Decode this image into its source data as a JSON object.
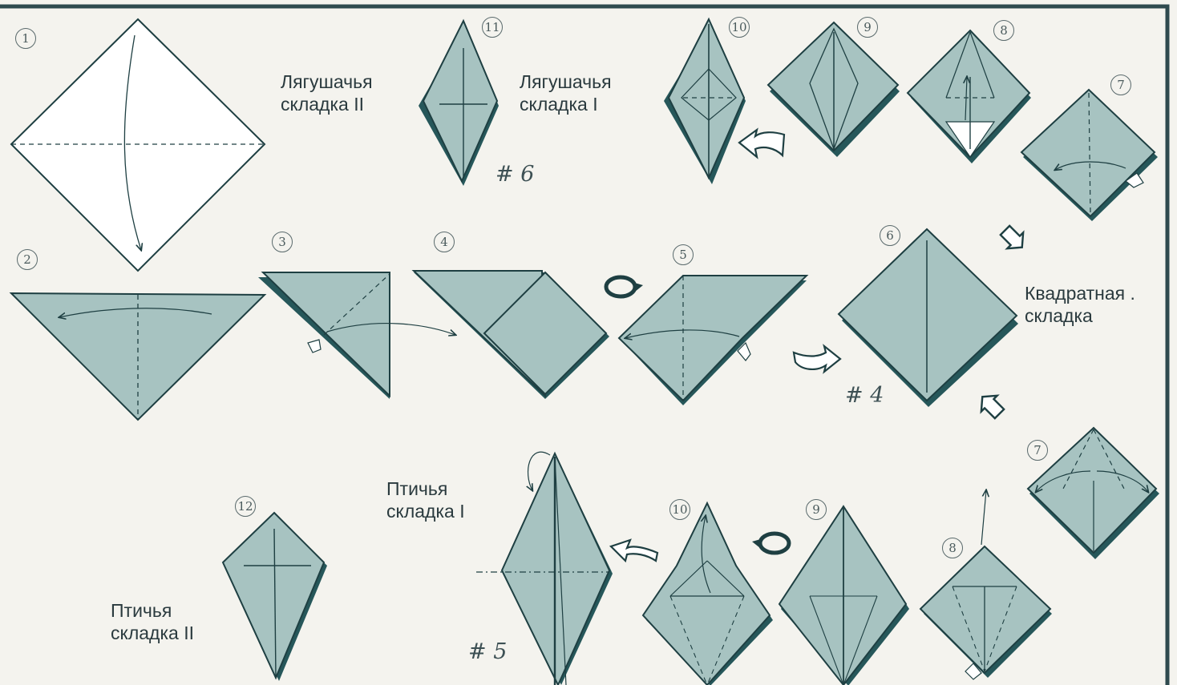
{
  "colors": {
    "paper": "#a7c3c1",
    "dark": "#26575a",
    "line": "#1e3f42",
    "border": "#2e4a4e",
    "background": "#f4f3ee"
  },
  "labels": {
    "frog2": [
      "Лягушачья",
      "складка II"
    ],
    "frog1": [
      "Лягушачья",
      "складка I"
    ],
    "square": [
      "Квадратная .",
      "складка"
    ],
    "bird1": [
      "Птичья",
      "складка I"
    ],
    "bird2": [
      "Птичья",
      "складка II"
    ]
  },
  "marks": {
    "frog_set": "# 6",
    "square_set": "# 4",
    "bird_set": "# 5"
  },
  "steps": {
    "s1": "1",
    "s2": "2",
    "s3": "3",
    "s4": "4",
    "s5": "5",
    "s6": "6",
    "s7_top": "7",
    "s8_top": "8",
    "s9_top": "9",
    "s10_top": "10",
    "s11": "11",
    "s7_bot": "7",
    "s8_bot": "8",
    "s9_bot": "9",
    "s10_bot": "10",
    "s12": "12"
  },
  "icons": [
    "turn-over-arrow-icon",
    "next-step-arrow-icon",
    "push-arrow-icon",
    "valley-fold-arrow-icon"
  ]
}
